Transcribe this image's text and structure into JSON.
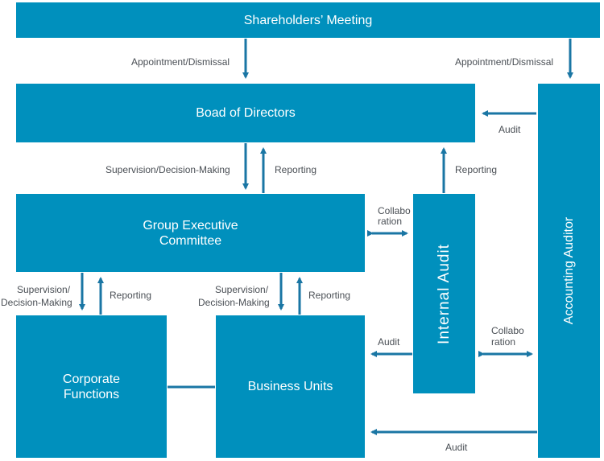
{
  "boxes": {
    "shareholders": "Shareholders’ Meeting",
    "board": "Boad of Directors",
    "gec_line1": "Group Executive",
    "gec_line2": "Committee",
    "corporate_line1": "Corporate",
    "corporate_line2": "Functions",
    "business_units": "Business Units",
    "internal_audit": "Internal Audit",
    "accounting_auditor": "Accounting Auditor"
  },
  "labels": {
    "appoint_board": "Appointment/Dismissal",
    "appoint_auditor": "Appointment/Dismissal",
    "audit_board": "Audit",
    "supervision_board": "Supervision/Decision-Making",
    "reporting_board": "Reporting",
    "reporting_ia": "Reporting",
    "collab_gec_1": "Collabo",
    "collab_gec_2": "ration",
    "sup_cf_1": "Supervision/",
    "sup_cf_2": "Decision-Making",
    "rep_cf": "Reporting",
    "sup_bu_1": "Supervision/",
    "sup_bu_2": "Decision-Making",
    "rep_bu": "Reporting",
    "audit_ia_bu": "Audit",
    "collab_aa_1": "Collabo",
    "collab_aa_2": "ration",
    "audit_aa_bu": "Audit"
  },
  "colors": {
    "box": "#0090bd",
    "arrow": "#1a76a4",
    "text": "#4a4f55"
  }
}
